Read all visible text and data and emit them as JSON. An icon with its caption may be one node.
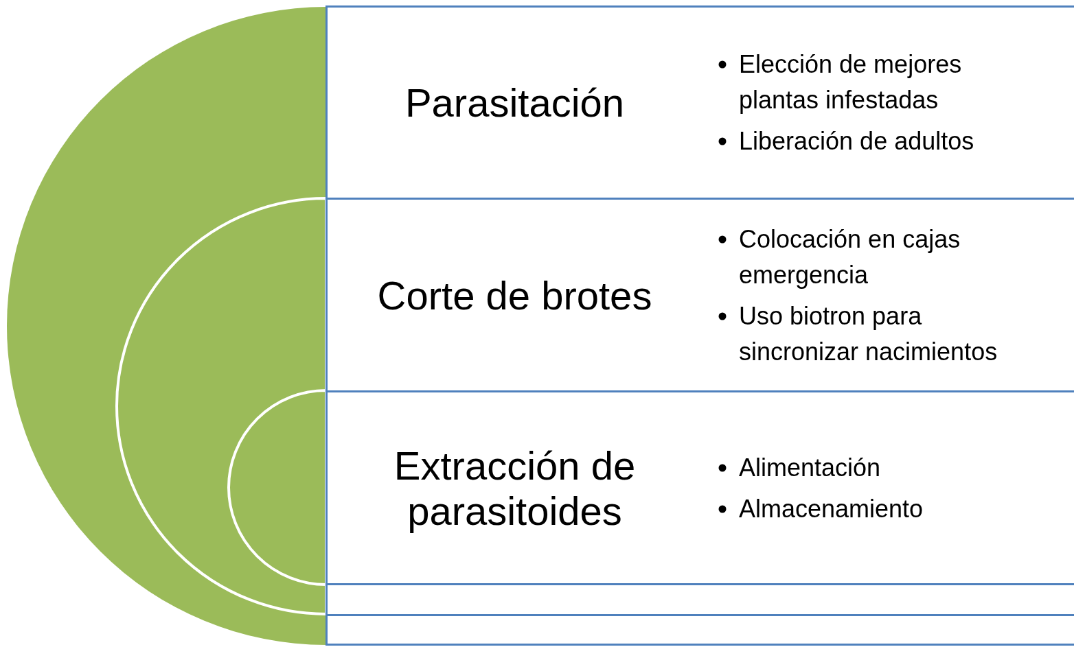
{
  "diagram": {
    "nodes": [
      {
        "text": [],
        "shape": "circle"
      },
      {
        "text": [],
        "shape": "circle",
        "in": 0
      },
      {
        "text": [],
        "shape": "circle",
        "in": 1
      },
      {
        "text": [
          "Parasitación",
          "Elección de mejores plantas infestadas",
          "Liberación de adultos"
        ]
      },
      {
        "text": [
          "Corte de brotes",
          "Colocación en cajas emergencia",
          "Uso biotron para sincronizar nacimientos"
        ]
      },
      {
        "text": [
          "Extracción de parasitoides",
          "Alimentación",
          "Almacenamiento"
        ]
      },
      {
        "text": [],
        "shape": "box"
      },
      {
        "text": [],
        "shape": "box"
      }
    ],
    "edges": []
  }
}
